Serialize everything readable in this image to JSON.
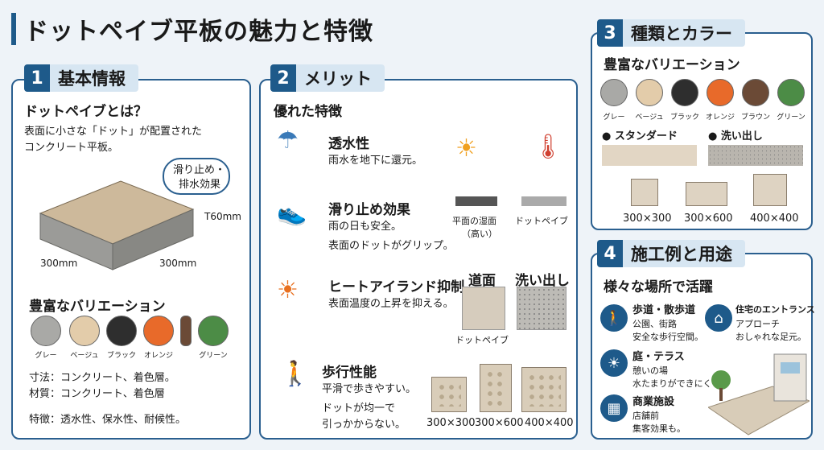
{
  "title": "ドットペイブ平板の魅力と特徴",
  "s1": {
    "num": "1",
    "title": "基本情報",
    "what": "ドットペイブとは？",
    "desc1": "表面に小さな「ドット」が配置された",
    "desc2": "コンクリート平板。",
    "callout1": "滑り止め・",
    "callout2": "排水効果",
    "dim_t": "T60mm",
    "dim_w1": "300mm",
    "dim_w2": "300mm",
    "variation": "豊富なバリエーション",
    "colors": [
      {
        "name": "グレー",
        "hex": "#a9a9a6"
      },
      {
        "name": "ベージュ",
        "hex": "#e3ccaa"
      },
      {
        "name": "ブラック",
        "hex": "#2e2e2e"
      },
      {
        "name": "オレンジ",
        "hex": "#e86a2a"
      },
      {
        "name": "",
        "hex": "#6b4a36"
      },
      {
        "name": "グリーン",
        "hex": "#4c8c46"
      }
    ],
    "spec1": "寸法：コンクリート、着色層。",
    "spec2": "材質：コンクリート、着色層",
    "spec3": "特徴：透水性、保水性、耐候性。"
  },
  "s2": {
    "num": "2",
    "title": "メリット",
    "heading": "優れた特徴",
    "f1t": "透水性",
    "f1d": "雨水を地下に還元。",
    "f2t": "滑り止め効果",
    "f2d1": "雨の日も安全。",
    "f2d2": "表面のドットがグリップ。",
    "f3t": "ヒートアイランド抑制",
    "f3d": "表面温度の上昇を抑える。",
    "f4t": "歩行性能",
    "f4d1": "平滑で歩きやすい。",
    "f4d2": "ドットが均一で",
    "f4d3": "引っかからない。",
    "cmp1a": "平面の湿面",
    "cmp1b": "（高い）",
    "cmp2": "ドットペイブ",
    "surf1": "道面",
    "surf2": "洗い出し",
    "surf1cap": "ドットペイブ",
    "sizes": [
      "300×300",
      "300×600",
      "400×400"
    ]
  },
  "s3": {
    "num": "3",
    "title": "種類とカラー",
    "heading": "豊富なバリエーション",
    "colors": [
      {
        "name": "グレー",
        "hex": "#a9a9a6"
      },
      {
        "name": "ベージュ",
        "hex": "#e3ccaa"
      },
      {
        "name": "ブラック",
        "hex": "#2e2e2e"
      },
      {
        "name": "オレンジ",
        "hex": "#e86a2a"
      },
      {
        "name": "ブラウン",
        "hex": "#6b4a36"
      },
      {
        "name": "グリーン",
        "hex": "#4c8c46"
      }
    ],
    "std": "スタンダード",
    "wash": "洗い出し",
    "sizes": [
      "300×300",
      "300×600",
      "400×400"
    ]
  },
  "s4": {
    "num": "4",
    "title": "施工例と用途",
    "heading": "様々な場所で活躍",
    "u1t": "歩道・散歩道",
    "u1d1": "公園、街路",
    "u1d2": "安全な歩行空間。",
    "u2t": "住宅のエントランス",
    "u2d1": "アプローチ",
    "u2d2": "おしゃれな足元。",
    "u3t": "庭・テラス",
    "u3d1": "憩いの場",
    "u3d2": "水たまりができにくい",
    "u4t": "商業施設",
    "u4d1": "店舗前",
    "u4d2": "集客効果も。"
  }
}
